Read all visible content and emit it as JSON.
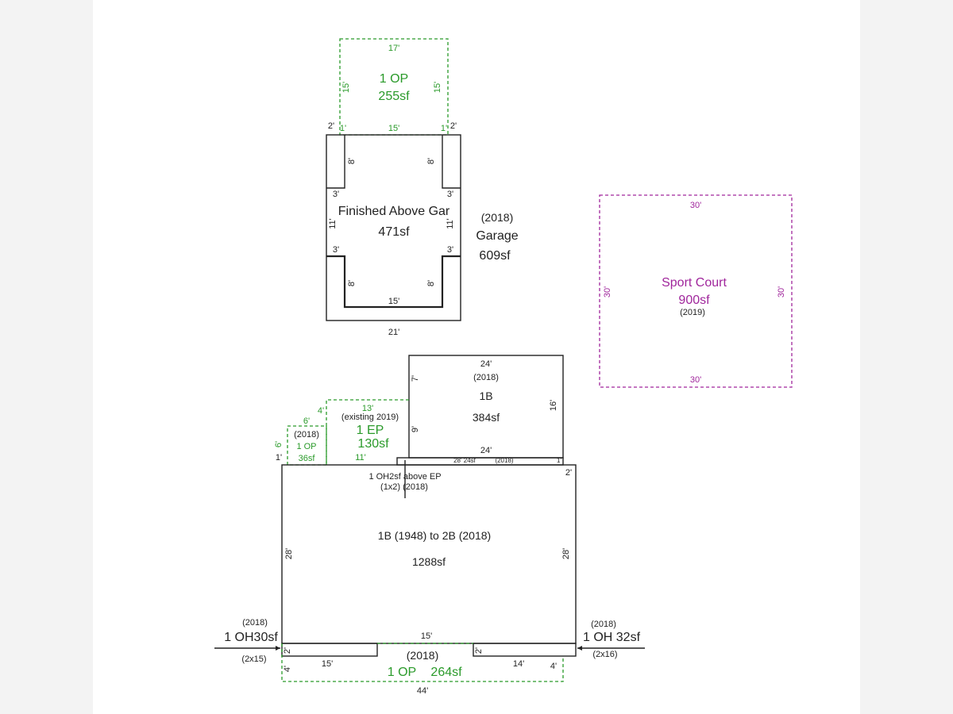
{
  "op_top": {
    "label": "1 OP",
    "area": "255sf",
    "dim_top": "17'",
    "dim_left": "15'",
    "dim_right": "15'"
  },
  "garage": {
    "upper_label": "Finished Above Gar",
    "upper_area": "471sf",
    "year": "(2018)",
    "name": "Garage",
    "area": "609sf",
    "dims": {
      "top_mid": "15'",
      "left_2": "2'",
      "left_1": "1'",
      "right_1": "1'",
      "right_2": "2'",
      "side8_tl": "8'",
      "side8_tr": "8'",
      "side3_tl": "3'",
      "side3_tr": "3'",
      "side11_l": "11'",
      "side11_r": "11'",
      "side3_bl": "3'",
      "side3_br": "3'",
      "side8_bl": "8'",
      "side8_br": "8'",
      "bottom_inner": "15'",
      "bottom": "21'"
    }
  },
  "sport_court": {
    "label": "Sport Court",
    "area": "900sf",
    "year": "(2019)",
    "dim_top": "30'",
    "dim_bottom": "30'",
    "dim_left": "30'",
    "dim_right": "30'"
  },
  "addition_1b": {
    "dim_top": "24'",
    "year": "(2018)",
    "label": "1B",
    "area": "384sf",
    "dim_left_a": "7'",
    "dim_left_b": "9'",
    "dim_right": "16'",
    "dim_bottom": "24'",
    "strip_a": "28' 24sf",
    "strip_b": "(2018)",
    "strip_c": "1'"
  },
  "enclosed_porch": {
    "dim_top": "13'",
    "note": "(existing 2019)",
    "label": "1 EP",
    "area": "130sf",
    "dim_bottom": "11'",
    "dim_side": "4'"
  },
  "op_small": {
    "year": "(2018)",
    "label": "1 OP",
    "area": "36sf",
    "dim_top": "6'",
    "dim_left": "6'",
    "dim_bottom_left": "1'"
  },
  "overhang_above_ep": {
    "line1": "1 OH2sf above EP",
    "line2": "(1x2) (2018)"
  },
  "main_house": {
    "label": "1B (1948) to 2B (2018)",
    "area": "1288sf",
    "dim_left": "28'",
    "dim_right": "28'",
    "dim_top_right": "2'",
    "dim_bottom_mid": "15'"
  },
  "oh_left": {
    "year": "(2018)",
    "label": "1 OH30sf",
    "dims": "(2x15)",
    "dim_side": "2'",
    "dim_bottom": "15'"
  },
  "oh_right": {
    "year": "(2018)",
    "label": "1 OH 32sf",
    "dims": "(2x16)",
    "dim_side": "2'",
    "dim_bottom": "14'"
  },
  "op_bottom": {
    "year": "(2018)",
    "label": "1 OP",
    "area": "264sf",
    "dim_left": "4'",
    "dim_right": "4'",
    "dim_bottom": "44'"
  },
  "colors": {
    "walls": "#222222",
    "porch": "#2a9a2a",
    "sport_court": "#a0269c"
  }
}
